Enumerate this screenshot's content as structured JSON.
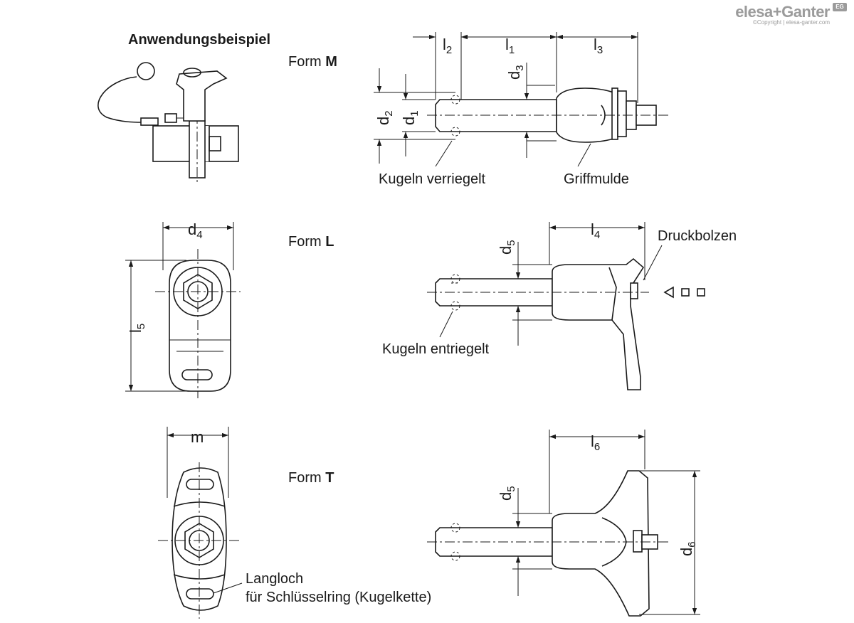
{
  "brand": {
    "logo_text": "elesa+Ganter",
    "copyright": "©Copyright | elesa-ganter.com",
    "badge": "EG",
    "color": "#9b9b9b"
  },
  "labels": {
    "application_example": "Anwendungsbeispiel",
    "form_prefix": "Form",
    "form_m": "M",
    "form_l": "L",
    "form_t": "T",
    "balls_locked": "Kugeln verriegelt",
    "grip_recess": "Griffmulde",
    "balls_unlocked": "Kugeln entriegelt",
    "push_button": "Druckbolzen",
    "slot_line1": "Langloch",
    "slot_line2": "für Schlüsselring (Kugelkette)"
  },
  "dimensions": {
    "l2": {
      "main": "l",
      "sub": "2"
    },
    "l1": {
      "main": "l",
      "sub": "1"
    },
    "l3": {
      "main": "l",
      "sub": "3"
    },
    "d3": {
      "main": "d",
      "sub": "3"
    },
    "d2": {
      "main": "d",
      "sub": "2"
    },
    "d1": {
      "main": "d",
      "sub": "1"
    },
    "d4": {
      "main": "d",
      "sub": "4"
    },
    "l5": {
      "main": "l",
      "sub": "5"
    },
    "d5a": {
      "main": "d",
      "sub": "5"
    },
    "l4": {
      "main": "l",
      "sub": "4"
    },
    "m": {
      "main": "m",
      "sub": ""
    },
    "l6": {
      "main": "l",
      "sub": "6"
    },
    "d5b": {
      "main": "d",
      "sub": "5"
    },
    "d6": {
      "main": "d",
      "sub": "6"
    }
  }
}
